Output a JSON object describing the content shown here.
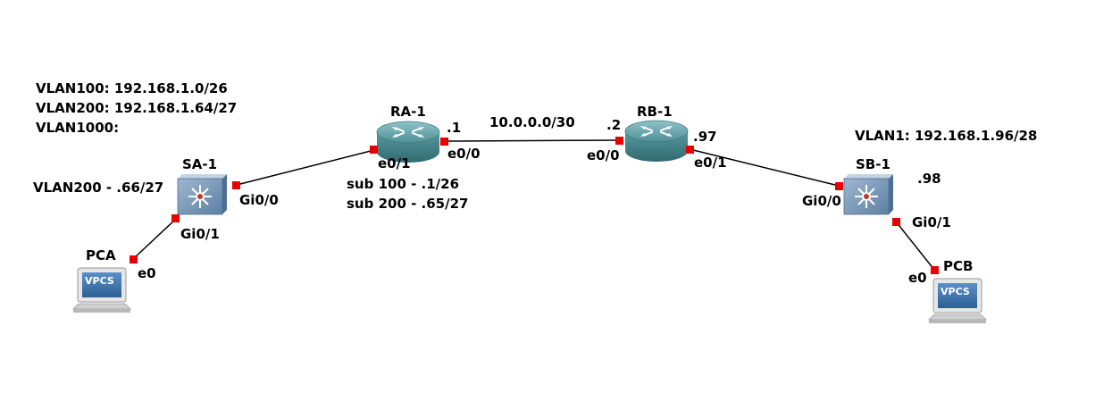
{
  "notes": {
    "vlan_list": [
      "VLAN100: 192.168.1.0/26",
      "VLAN200: 192.168.1.64/27",
      "VLAN1000:"
    ],
    "vlan1": "VLAN1: 192.168.1.96/28",
    "sa1_svi": "VLAN200 - .66/27",
    "ra1_sub": [
      "sub 100 - .1/26",
      "sub 200 - .65/27"
    ],
    "wan_subnet": "10.0.0.0/30"
  },
  "devices": {
    "ra1": "RA-1",
    "rb1": "RB-1",
    "sa1": "SA-1",
    "sb1": "SB-1",
    "pca": "PCA",
    "pcb": "PCB",
    "vpcs": "VPCS"
  },
  "interfaces": {
    "ra1_e01": "e0/1",
    "ra1_e00": "e0/0",
    "ra1_ip": ".1",
    "rb1_e00": "e0/0",
    "rb1_e01": "e0/1",
    "rb1_ip_wan": ".2",
    "rb1_ip_lan": ".97",
    "sa1_gi00": "Gi0/0",
    "sa1_gi01": "Gi0/1",
    "sb1_gi00": "Gi0/0",
    "sb1_gi01": "Gi0/1",
    "sb1_ip": ".98",
    "pca_e0": "e0",
    "pcb_e0": "e0"
  },
  "colors": {
    "link": "#000000",
    "port": "#e60000",
    "router": "#4f8f96",
    "switch": "#6f8fb0",
    "vpcs_screen": "#3a6ea5"
  }
}
